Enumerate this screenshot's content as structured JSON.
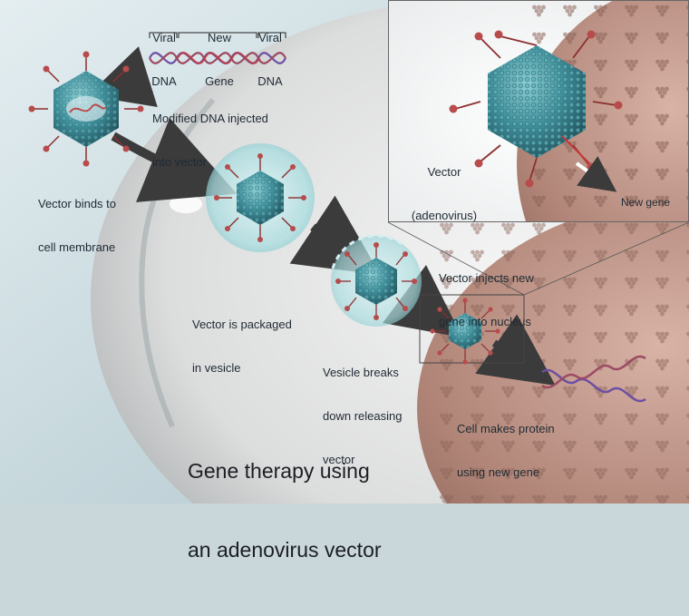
{
  "title": [
    "Gene therapy using",
    "an adenovirus vector"
  ],
  "dna_header": {
    "left": [
      "Viral",
      "DNA"
    ],
    "middle": [
      "New",
      "Gene"
    ],
    "right": [
      "Viral",
      "DNA"
    ]
  },
  "labels": {
    "modified_dna": [
      "Modified DNA injected",
      "into vector"
    ],
    "binds": [
      "Vector binds to",
      "cell membrane"
    ],
    "packaged": [
      "Vector is packaged",
      "in vesicle"
    ],
    "vesicle_breaks": [
      "Vesicle breaks",
      "down releasing",
      "vector"
    ],
    "injects": [
      "Vector injects new",
      "gene into nucleus"
    ],
    "protein": [
      "Cell makes protein",
      "using new gene"
    ]
  },
  "inset": {
    "vector": [
      "Vector",
      "(adenovirus)"
    ],
    "new_gene": "New gene"
  },
  "colors": {
    "background_left": "#d7e6ea",
    "cell": "#e9eaea",
    "nucleus": "#b08578",
    "capsid": "#3f8f9b",
    "spike": "#b84b4b",
    "dna_strand_a": "#9b4a62",
    "dna_strand_b": "#6d4fa3",
    "arrow": "#3b3b3b"
  }
}
